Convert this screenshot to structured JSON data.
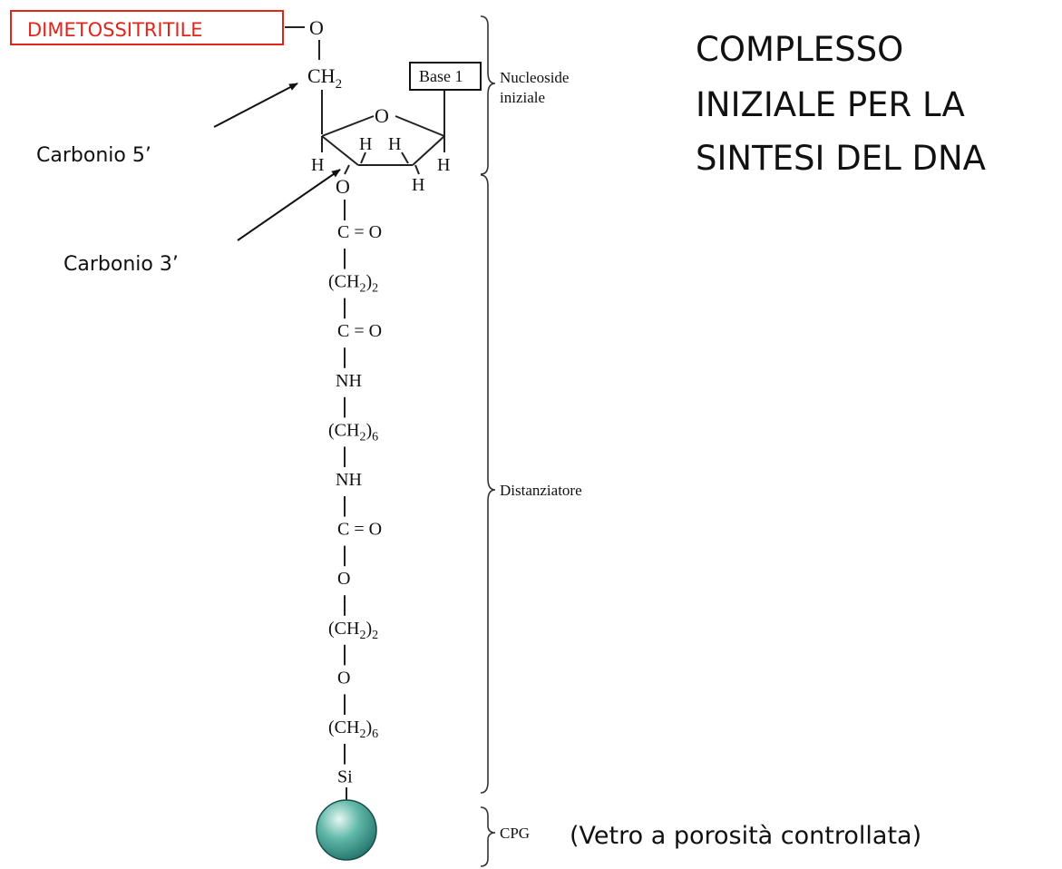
{
  "title": {
    "line1": "COMPLESSO",
    "line2": "INIZIALE PER LA",
    "line3": "SINTESI DEL DNA"
  },
  "protecting_group": {
    "label": "DIMETOSSITRITILE",
    "color": "#e0251b"
  },
  "labels": {
    "carbon5": "Carbonio 5’",
    "carbon3": "Carbonio 3’",
    "cpg_note": "(Vetro a porosità controllata)"
  },
  "ring": {
    "o5": "O",
    "ch2": "CH",
    "ch2_sub": "2",
    "ring_o": "O",
    "base": "Base 1",
    "h_left": "H",
    "h_c3": "H",
    "h_c2": "H",
    "h_right": "H",
    "h_bottom": "H",
    "o3": "O"
  },
  "chain": [
    {
      "text": "C",
      "suffix": "O"
    },
    {
      "text": "(CH",
      "sub": "2",
      "close": ")",
      "tail": "2"
    },
    {
      "text": "C",
      "suffix": "O"
    },
    {
      "text": "NH"
    },
    {
      "text": "(CH",
      "sub": "2",
      "close": ")",
      "tail": "6"
    },
    {
      "text": "NH"
    },
    {
      "text": "C",
      "suffix": "O"
    },
    {
      "text": "O"
    },
    {
      "text": "(CH",
      "sub": "2",
      "close": ")",
      "tail": "2"
    },
    {
      "text": "O"
    },
    {
      "text": "(CH",
      "sub": "2",
      "close": ")",
      "tail": "6"
    },
    {
      "text": "Si"
    }
  ],
  "braces": {
    "nucleoside_line1": "Nucleoside",
    "nucleoside_line2": "iniziale",
    "spacer": "Distanziatore",
    "cpg": "CPG"
  },
  "colors": {
    "bead_highlight": "#e6f7f2",
    "bead_mid": "#5fb7a8",
    "bead_dark": "#1e6f66"
  }
}
